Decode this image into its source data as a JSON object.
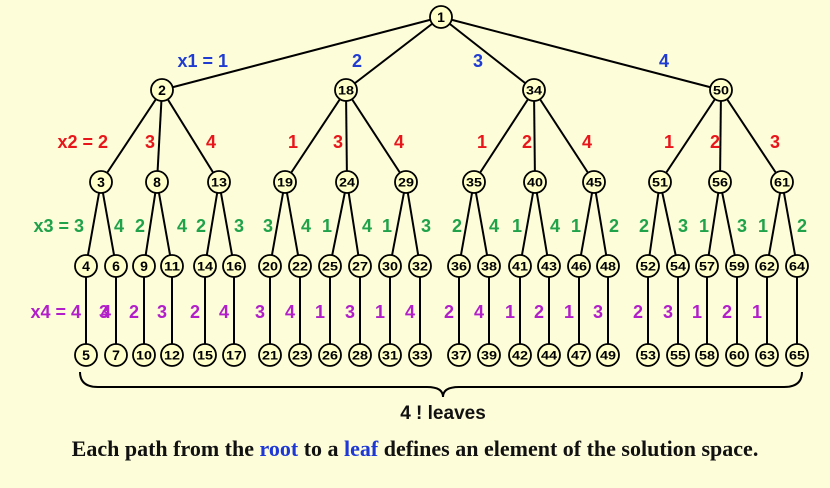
{
  "colors": {
    "background": "#fdfdd9",
    "x1": "#1f3bd2",
    "x2": "#e8161b",
    "x3": "#1fa24a",
    "x4": "#b21ec9",
    "line": "#000000",
    "node_fill": "#ffffc9"
  },
  "root": "1",
  "level_labels": {
    "x1": [
      "x1 = 1",
      "2",
      "3",
      "4"
    ],
    "x2": [
      "x2 = 2",
      "3",
      "4",
      "1",
      "3",
      "4",
      "1",
      "2",
      "4",
      "1",
      "2",
      "3"
    ],
    "x3": [
      "x3 = 3",
      "4",
      "2",
      "4",
      "2",
      "3",
      "3",
      "4",
      "1",
      "4",
      "1",
      "3",
      "2",
      "4",
      "1",
      "4",
      "1",
      "2",
      "2",
      "3",
      "1",
      "3",
      "1",
      "2"
    ],
    "x4": [
      "x4 = 4",
      "3",
      "4",
      "2",
      "3",
      "2",
      "4",
      "3",
      "4",
      "1",
      "3",
      "1",
      "4",
      "2",
      "4",
      "1",
      "2",
      "1",
      "3",
      "2",
      "3",
      "1",
      "2",
      "1"
    ]
  },
  "level1_nodes": [
    "2",
    "18",
    "34",
    "50"
  ],
  "level2_nodes": [
    "3",
    "8",
    "13",
    "19",
    "24",
    "29",
    "35",
    "40",
    "45",
    "51",
    "56",
    "61"
  ],
  "level3_nodes": [
    "4",
    "6",
    "9",
    "11",
    "14",
    "16",
    "20",
    "22",
    "25",
    "27",
    "30",
    "32",
    "36",
    "38",
    "41",
    "43",
    "46",
    "48",
    "52",
    "54",
    "57",
    "59",
    "62",
    "64"
  ],
  "level4_nodes": [
    "5",
    "7",
    "10",
    "12",
    "15",
    "17",
    "21",
    "23",
    "26",
    "28",
    "31",
    "33",
    "37",
    "39",
    "42",
    "44",
    "47",
    "49",
    "53",
    "55",
    "58",
    "60",
    "63",
    "65"
  ],
  "leaves_label": "4 ! leaves",
  "caption": {
    "part1": "Each path from the ",
    "root_word": "root",
    "part2": " to a ",
    "leaf_word": "leaf",
    "part3": " defines an element of the solution space."
  }
}
